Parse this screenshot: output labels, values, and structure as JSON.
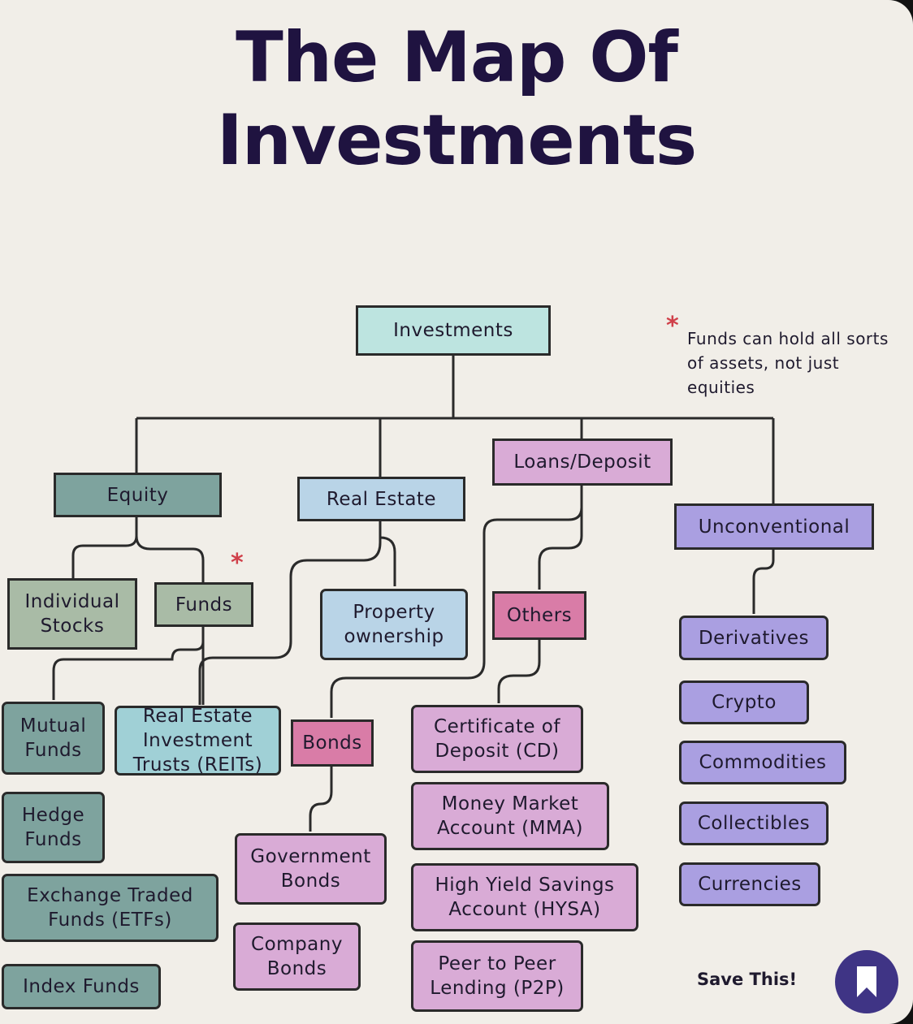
{
  "title": "The Map Of Investments",
  "note": "Funds can hold all sorts of assets, not just equities",
  "nodes": {
    "investments": "Investments",
    "equity": "Equity",
    "real_estate": "Real Estate",
    "loans": "Loans/Deposit",
    "unconventional": "Unconventional",
    "individual_stocks": "Individual Stocks",
    "funds": "Funds",
    "property": "Property ownership",
    "others": "Others",
    "derivatives": "Derivatives",
    "mutual_funds": "Mutual Funds",
    "reits": "Real Estate Investment Trusts (REITs)",
    "bonds": "Bonds",
    "cd": "Certificate of Deposit (CD)",
    "crypto": "Crypto",
    "commodities": "Commodities",
    "collectibles": "Collectibles",
    "currencies": "Currencies",
    "hedge_funds": "Hedge Funds",
    "etfs": "Exchange Traded Funds (ETFs)",
    "index_funds": "Index Funds",
    "gov_bonds": "Government Bonds",
    "company_bonds": "Company Bonds",
    "mma": "Money Market Account (MMA)",
    "hysa": "High Yield Savings Account (HYSA)",
    "p2p": "Peer to Peer Lending (P2P)"
  },
  "save_label": "Save This!",
  "accent": "#3f3485"
}
